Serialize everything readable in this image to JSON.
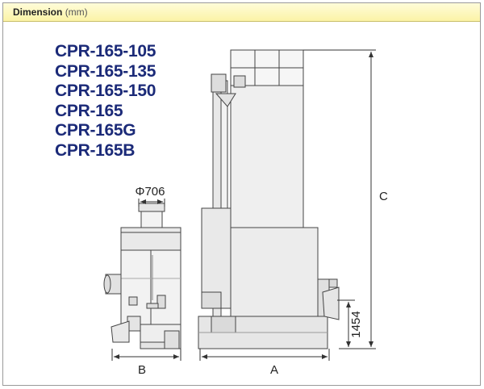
{
  "header": {
    "title": "Dimension",
    "unit": "(mm)"
  },
  "models": [
    "CPR-165-105",
    "CPR-165-135",
    "CPR-165-150",
    "CPR-165",
    "CPR-165G",
    "CPR-165B"
  ],
  "dimensions": {
    "diameter": "Φ706",
    "width_b": "B",
    "width_a": "A",
    "height_c": "C",
    "height_1454": "1454"
  }
}
